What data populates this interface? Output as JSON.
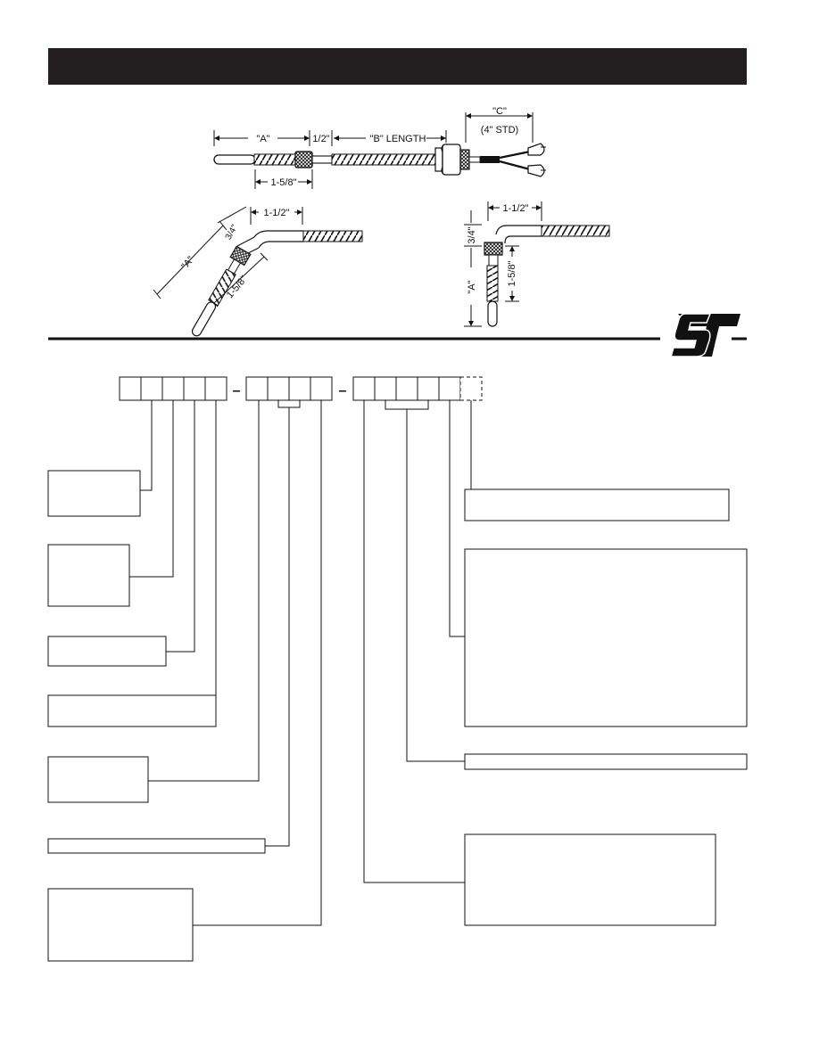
{
  "header": {
    "title": ""
  },
  "logo": {
    "text": "ST"
  },
  "dimensions": {
    "a": "\"A\"",
    "half": "1/2\"",
    "b_length": "\"B\" LENGTH",
    "c": "\"C\"",
    "c_std": "(4\" STD)",
    "one_five_eighths_in": "1-5/8\"",
    "one_half_in": "1-1/2\"",
    "three_quarters_in": "3/4\"",
    "one_five_eighths": "1-5/8\"",
    "one_half_q": "1-1/2\"",
    "three_quarters_q": "3/4\"",
    "a_q": "\"A\"",
    "a_straight": "\"A\"",
    "one_five_eighths_r": "1-5/8\"",
    "a_right": "\"A\""
  },
  "model_code": {
    "separator": "–"
  }
}
